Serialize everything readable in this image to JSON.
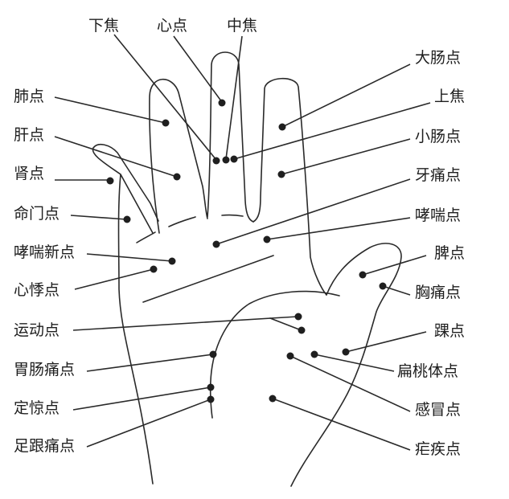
{
  "labels": {
    "xiajiao": "下焦",
    "xindian": "心点",
    "zhongjiao": "中焦",
    "fei": "肺点",
    "gan": "肝点",
    "shen": "肾点",
    "mingmen": "命门点",
    "xiaochuanxin": "哮喘新点",
    "xinji": "心悸点",
    "yundong": "运动点",
    "weichangtong": "胃肠痛点",
    "dingjing": "定惊点",
    "zugentong": "足跟痛点",
    "dachang": "大肠点",
    "shangjiao": "上焦",
    "xiaochang": "小肠点",
    "yatong": "牙痛点",
    "xiaochuan": "哮喘点",
    "pi": "脾点",
    "xiongtong": "胸痛点",
    "huai": "踝点",
    "biantaoti": "扁桃体点",
    "ganmao": "感冒点",
    "nueji": "疟疾点"
  }
}
